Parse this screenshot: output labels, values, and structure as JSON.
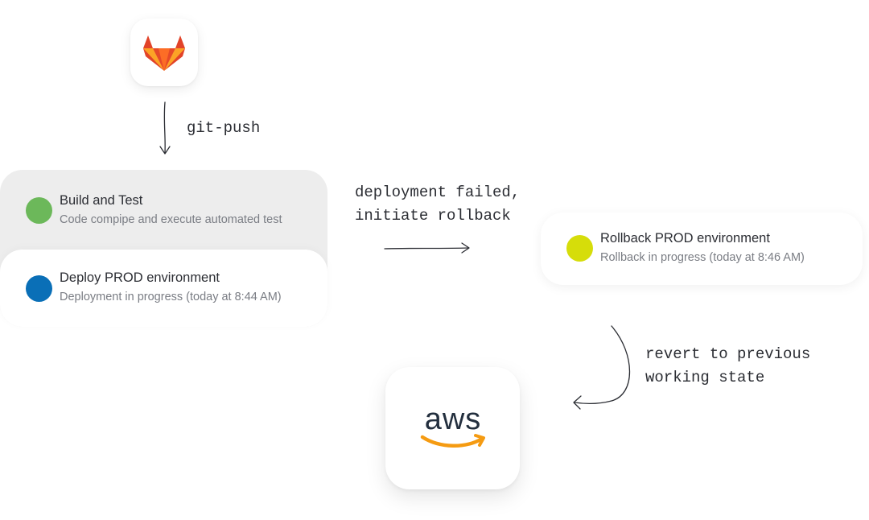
{
  "labels": {
    "git_push": "git-push",
    "deployment_failed": "deployment failed,\ninitiate rollback",
    "revert": "revert to previous\nworking state"
  },
  "steps": {
    "build": {
      "title": "Build and Test",
      "subtitle": "Code compipe and execute automated test",
      "color": "#6cb85a"
    },
    "deploy": {
      "title": "Deploy PROD environment",
      "subtitle": "Deployment in progress (today at 8:44 AM)",
      "color": "#0a6fb7"
    },
    "rollback": {
      "title": "Rollback PROD environment",
      "subtitle": "Rollback in progress (today at 8:46 AM)",
      "color": "#d6dd0a"
    }
  },
  "logos": {
    "source": "gitlab-logo",
    "target": "aws-logo",
    "aws_text": "aws",
    "aws_text_color": "#232f3e",
    "aws_smile_color": "#f59b12"
  }
}
